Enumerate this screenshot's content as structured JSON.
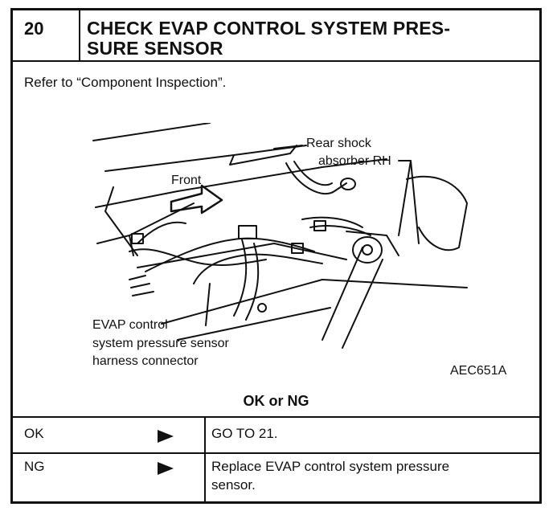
{
  "step": {
    "number": "20",
    "title_line1": "CHECK EVAP CONTROL SYSTEM PRES-",
    "title_line2": "SURE SENSOR"
  },
  "instruction": "Refer to “Component Inspection”.",
  "figure": {
    "labels": {
      "front": "Front",
      "shock1": "Rear shock",
      "shock2": "absorber RH",
      "sensor1": "EVAP control",
      "sensor2": "system pressure sensor",
      "sensor3": "harness connector"
    },
    "code": "AEC651A"
  },
  "result_heading": "OK or NG",
  "results": [
    {
      "condition": "OK",
      "action_line1": "GO TO 21.",
      "action_line2": ""
    },
    {
      "condition": "NG",
      "action_line1": "Replace EVAP control system pressure",
      "action_line2": "sensor."
    }
  ]
}
